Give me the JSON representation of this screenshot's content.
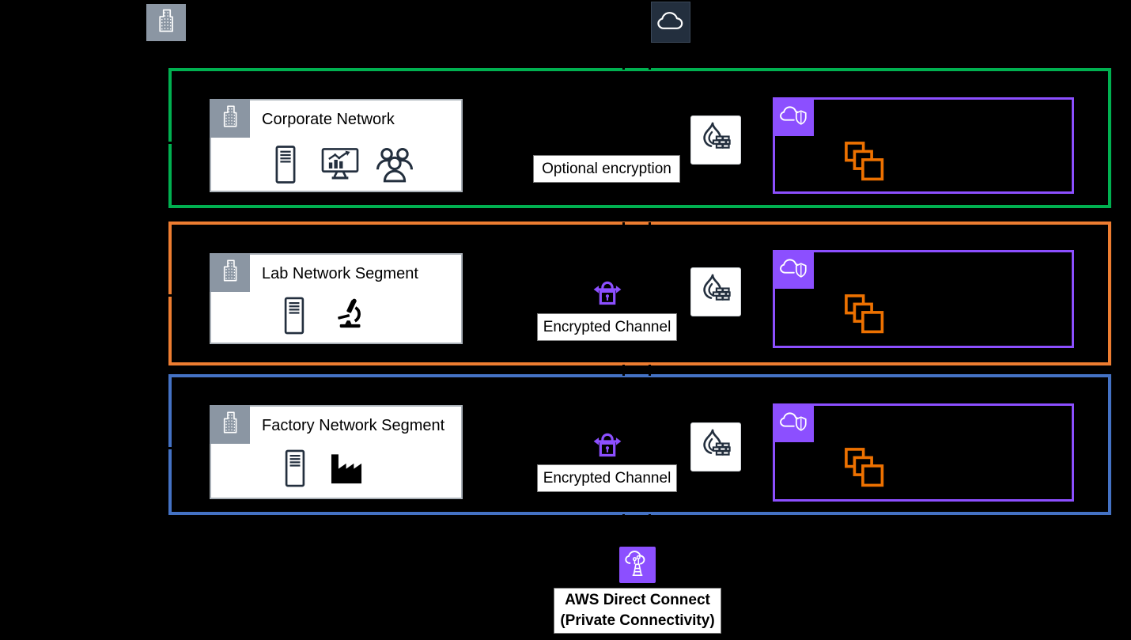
{
  "diagram": {
    "background": "#000000",
    "on_premises": {
      "badge_icon": "building-icon"
    },
    "aws": {
      "badge_icon": "aws-cloud-icon"
    },
    "rows": [
      {
        "name": "corporate",
        "accent": "#00B050",
        "network": {
          "title": "Corporate Network",
          "badge_icon": "building-icon",
          "icons": [
            "server-icon",
            "monitor-chart-icon",
            "users-icon"
          ]
        },
        "channel": {
          "label": "Optional encryption",
          "icon": null
        },
        "firewall_icon": "firewall-icon",
        "vpc": {
          "accent": "#8C4FFF",
          "badge_icon": "vpc-cloud-shield-icon",
          "workload_icon": "stacked-instances-icon"
        }
      },
      {
        "name": "lab",
        "accent": "#ED7D31",
        "network": {
          "title": "Lab Network Segment",
          "badge_icon": "building-icon",
          "icons": [
            "server-icon",
            "microscope-icon"
          ]
        },
        "channel": {
          "label": "Encrypted Channel",
          "icon": "encrypted-lock-icon"
        },
        "firewall_icon": "firewall-icon",
        "vpc": {
          "accent": "#8C4FFF",
          "badge_icon": "vpc-cloud-shield-icon",
          "workload_icon": "stacked-instances-icon"
        }
      },
      {
        "name": "factory",
        "accent": "#4472C4",
        "network": {
          "title": "Factory Network Segment",
          "badge_icon": "building-icon",
          "icons": [
            "server-icon",
            "factory-icon"
          ]
        },
        "channel": {
          "label": "Encrypted Channel",
          "icon": "encrypted-lock-icon"
        },
        "firewall_icon": "firewall-icon",
        "vpc": {
          "accent": "#8C4FFF",
          "badge_icon": "vpc-cloud-shield-icon",
          "workload_icon": "stacked-instances-icon"
        }
      }
    ],
    "direct_connect": {
      "icon": "direct-connect-icon",
      "label_line1": "AWS Direct Connect",
      "label_line2": "(Private Connectivity)",
      "accent": "#8C4FFF"
    },
    "colors": {
      "green": "#00B050",
      "orange": "#ED7D31",
      "blue": "#4472C4",
      "purple": "#8C4FFF",
      "subnet_orange": "#ED7100",
      "navy": "#232F3E",
      "badge_gray": "#8B96A3"
    }
  }
}
